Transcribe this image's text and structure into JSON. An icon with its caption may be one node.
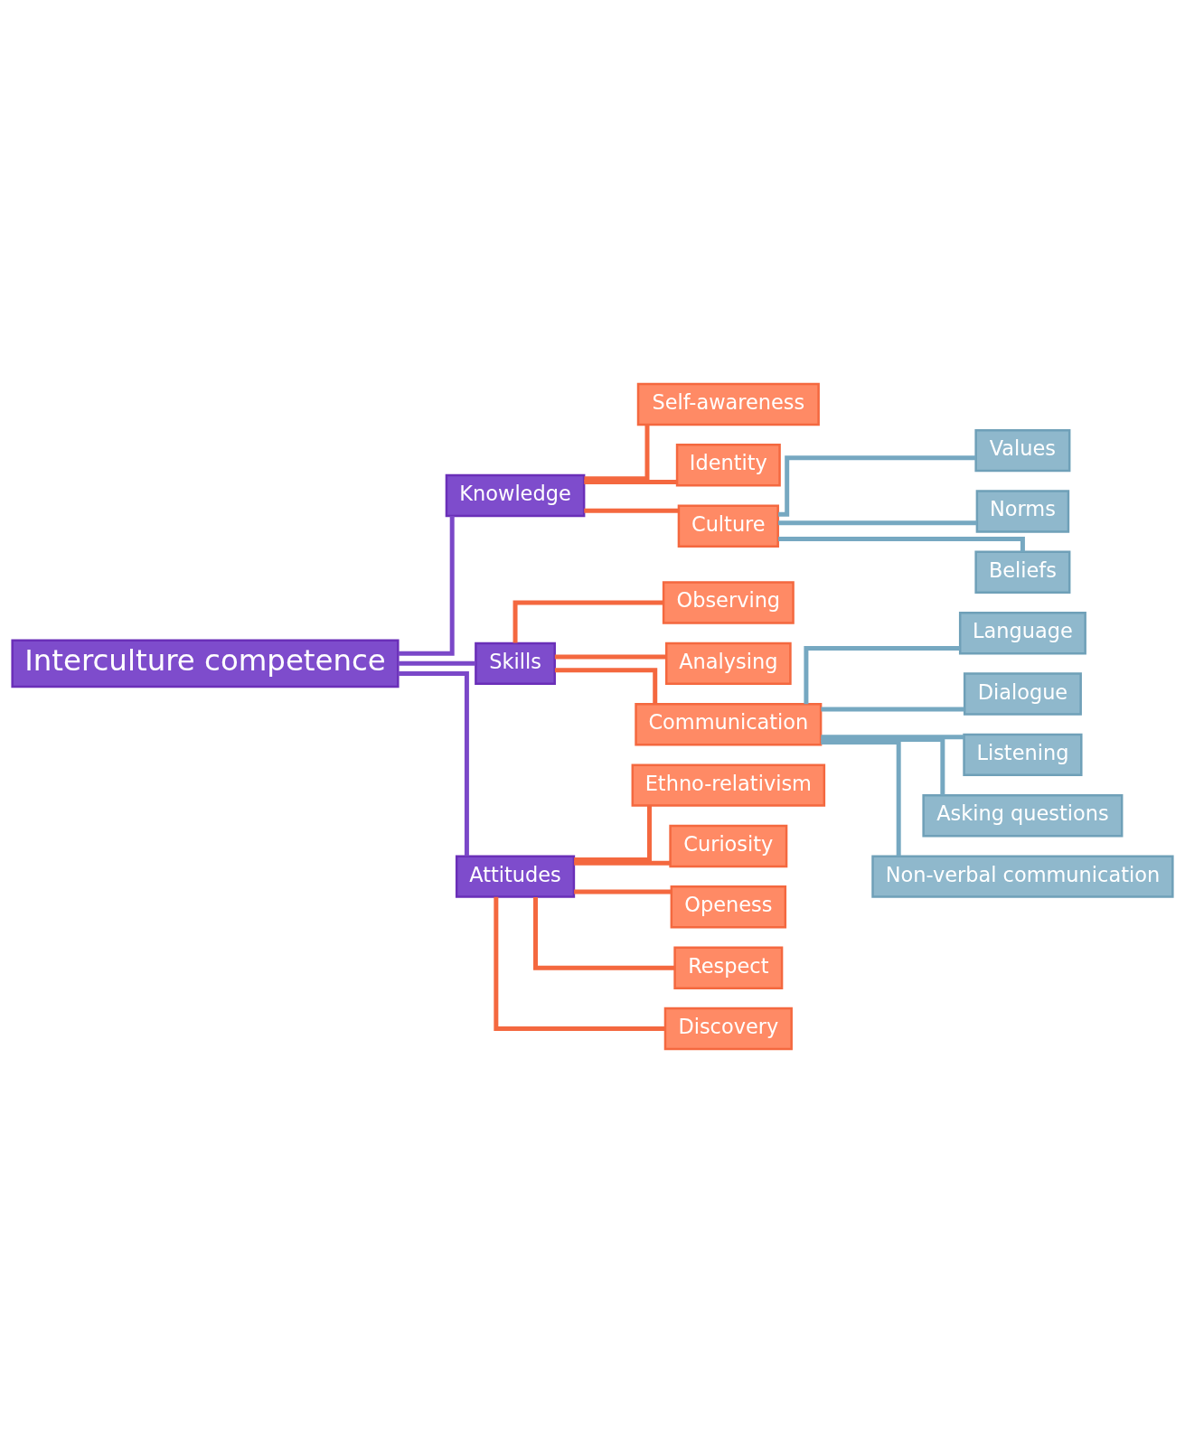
{
  "diagram": {
    "nodes": [
      {
        "text": [
          "Interculture competence"
        ]
      },
      {
        "text": [
          "Knowledge"
        ]
      },
      {
        "text": [
          "Skills"
        ]
      },
      {
        "text": [
          "Attitudes"
        ]
      },
      {
        "text": [
          "Self-awareness"
        ]
      },
      {
        "text": [
          "Identity"
        ]
      },
      {
        "text": [
          "Culture"
        ]
      },
      {
        "text": [
          "Values"
        ]
      },
      {
        "text": [
          "Norms"
        ]
      },
      {
        "text": [
          "Beliefs"
        ]
      },
      {
        "text": [
          "Observing"
        ]
      },
      {
        "text": [
          "Analysing"
        ]
      },
      {
        "text": [
          "Communication"
        ]
      },
      {
        "text": [
          "Language"
        ]
      },
      {
        "text": [
          "Dialogue"
        ]
      },
      {
        "text": [
          "Listening"
        ]
      },
      {
        "text": [
          "Asking questions"
        ]
      },
      {
        "text": [
          "Non-verbal communication"
        ]
      },
      {
        "text": [
          "Ethno-relativism"
        ]
      },
      {
        "text": [
          "Curiosity"
        ]
      },
      {
        "text": [
          "Openess"
        ]
      },
      {
        "text": [
          "Respect"
        ]
      },
      {
        "text": [
          "Discovery"
        ]
      }
    ],
    "edges": [
      {
        "from": 0,
        "to": 1,
        "arrow": "none",
        "color": "#7b48c8"
      },
      {
        "from": 0,
        "to": 2,
        "arrow": "none",
        "color": "#7b48c8"
      },
      {
        "from": 0,
        "to": 3,
        "arrow": "none",
        "color": "#7b48c8"
      },
      {
        "from": 1,
        "to": 4,
        "arrow": "none"
      },
      {
        "from": 1,
        "to": 5,
        "arrow": "none"
      },
      {
        "from": 1,
        "to": 6,
        "arrow": "none"
      },
      {
        "from": 6,
        "to": 7,
        "arrow": "none",
        "color": "#76a8c1"
      },
      {
        "from": 6,
        "to": 8,
        "arrow": "none",
        "color": "#76a8c1"
      },
      {
        "from": 6,
        "to": 9,
        "arrow": "none",
        "color": "#76a8c1"
      },
      {
        "from": 2,
        "to": 10,
        "arrow": "none"
      },
      {
        "from": 2,
        "to": 11,
        "arrow": "none"
      },
      {
        "from": 2,
        "to": 12,
        "arrow": "none"
      },
      {
        "from": 12,
        "to": 13,
        "arrow": "none",
        "color": "#76a8c1"
      },
      {
        "from": 12,
        "to": 14,
        "arrow": "none",
        "color": "#76a8c1"
      },
      {
        "from": 12,
        "to": 15,
        "arrow": "none",
        "color": "#76a8c1"
      },
      {
        "from": 12,
        "to": 16,
        "arrow": "none",
        "color": "#76a8c1"
      },
      {
        "from": 12,
        "to": 17,
        "arrow": "none",
        "color": "#76a8c1"
      },
      {
        "from": 3,
        "to": 18,
        "arrow": "none"
      },
      {
        "from": 3,
        "to": 19,
        "arrow": "none"
      },
      {
        "from": 3,
        "to": 20,
        "arrow": "none"
      },
      {
        "from": 3,
        "to": 21,
        "arrow": "none"
      },
      {
        "from": 3,
        "to": 22,
        "arrow": "none"
      }
    ]
  }
}
